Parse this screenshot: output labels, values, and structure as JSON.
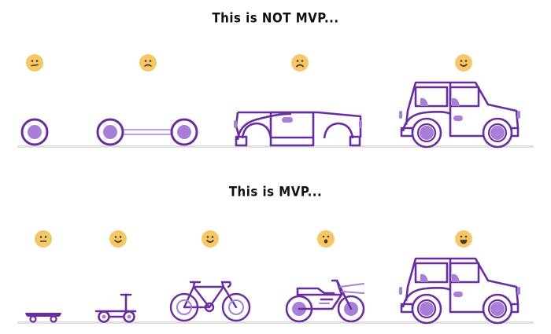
{
  "top": {
    "title": "This is NOT MVP...",
    "stages": [
      {
        "name": "wheel",
        "mood": "unhappy-flat"
      },
      {
        "name": "axle-with-two-wheels",
        "mood": "sad"
      },
      {
        "name": "car-body-no-wheels",
        "mood": "sad"
      },
      {
        "name": "car",
        "mood": "smile"
      }
    ]
  },
  "bottom": {
    "title": "This is MVP...",
    "stages": [
      {
        "name": "skateboard",
        "mood": "neutral"
      },
      {
        "name": "scooter",
        "mood": "smile"
      },
      {
        "name": "bicycle",
        "mood": "smile"
      },
      {
        "name": "motorcycle",
        "mood": "surprised"
      },
      {
        "name": "car",
        "mood": "big-smile"
      }
    ]
  },
  "colors": {
    "purple_stroke": "#6a2d9e",
    "purple_fill": "#a77fd6",
    "face_yellow": "#f5c865",
    "face_feature": "#4a3b2a",
    "ground": "#e0e0e0",
    "title": "#111111"
  }
}
